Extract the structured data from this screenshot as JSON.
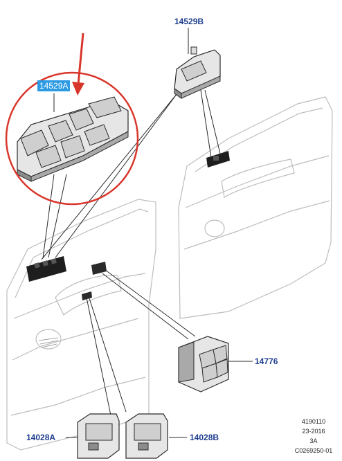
{
  "callouts": {
    "master_switch": "14529A",
    "single_switch_front": "14529B",
    "rear_switch_pack": "14776",
    "small_switch_left": "14028A",
    "small_switch_right": "14028B"
  },
  "reference": {
    "line1": "4190110",
    "line2": "23-2016",
    "line3": "3A",
    "line4": "C0269250-01"
  },
  "colors": {
    "line": "#2a2a2a",
    "door_line": "#bdbdbd",
    "callout_text": "#1f3f8f",
    "highlight": "#2d9be3",
    "red_marker": "#d9362b"
  }
}
